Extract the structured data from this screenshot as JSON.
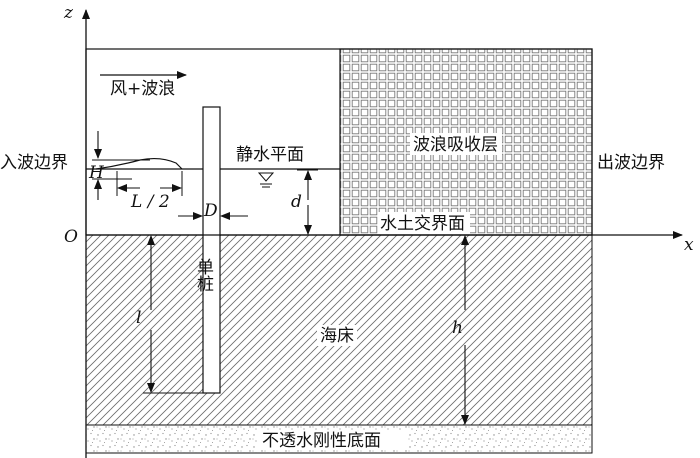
{
  "axes": {
    "z": "z",
    "x": "x",
    "origin": "O"
  },
  "labels": {
    "wind_wave": "风+波浪",
    "inlet_boundary": "入波边界",
    "outlet_boundary": "出波边界",
    "absorption_layer": "波浪吸收层",
    "still_water": "静水平面",
    "interface": "水土交界面",
    "seabed": "海床",
    "pile": "单桩",
    "bottom": "不透水刚性底面"
  },
  "symbols": {
    "wave_height": "H",
    "half_wavelength": "L / 2",
    "pile_diameter": "D",
    "water_depth": "d",
    "embed_length": "l",
    "seabed_thickness": "h"
  },
  "colors": {
    "line": "#111111",
    "hatch": "#6a6a6a",
    "grid": "#7a7a7a",
    "sand": "#8a8a8a"
  }
}
